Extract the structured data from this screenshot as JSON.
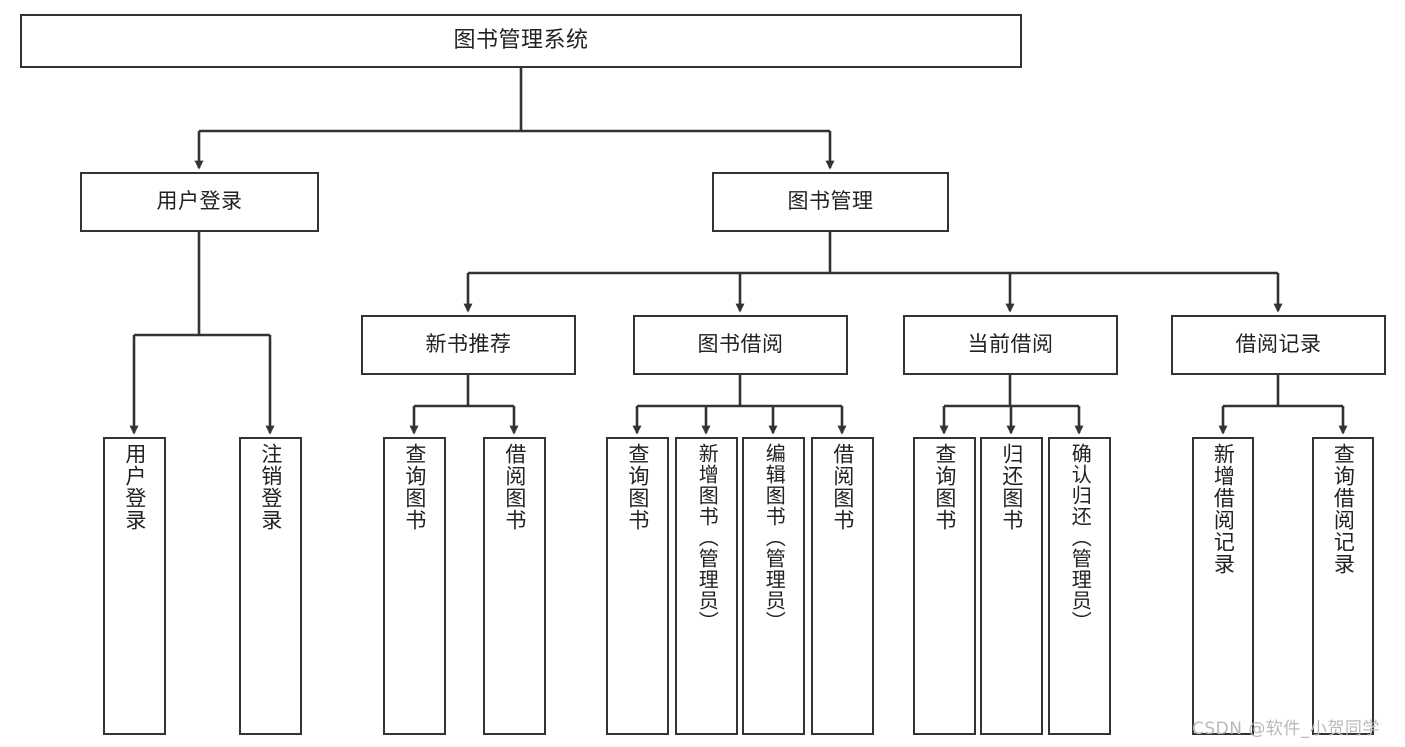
{
  "diagram": {
    "title": "图书管理系统",
    "type": "tree-hierarchy",
    "orientation": "top-down",
    "colors": {
      "background": "#ffffff",
      "node_border": "#333333",
      "node_fill": "#ffffff",
      "edge": "#333333",
      "text": "#222222",
      "watermark": "#b9b9b9"
    }
  },
  "nodes": {
    "root": {
      "label": "图书管理系统"
    },
    "level1": [
      {
        "id": "user-login",
        "label": "用户登录"
      },
      {
        "id": "book-manage",
        "label": "图书管理"
      }
    ],
    "level2": [
      {
        "id": "new-book-recommend",
        "label": "新书推荐"
      },
      {
        "id": "book-borrow",
        "label": "图书借阅"
      },
      {
        "id": "current-borrow",
        "label": "当前借阅"
      },
      {
        "id": "borrow-record",
        "label": "借阅记录"
      }
    ],
    "leaves": {
      "user-login": [
        {
          "id": "leaf-user-login",
          "label": "用户登录"
        },
        {
          "id": "leaf-logout",
          "label": "注销登录"
        }
      ],
      "new-book-recommend": [
        {
          "id": "leaf-query-book-1",
          "label": "查询图书"
        },
        {
          "id": "leaf-borrow-book-1",
          "label": "借阅图书"
        }
      ],
      "book-borrow": [
        {
          "id": "leaf-query-book-2",
          "label": "查询图书"
        },
        {
          "id": "leaf-add-book",
          "label": "新增图书（管理员）"
        },
        {
          "id": "leaf-edit-book",
          "label": "编辑图书（管理员）"
        },
        {
          "id": "leaf-borrow-book-2",
          "label": "借阅图书"
        }
      ],
      "current-borrow": [
        {
          "id": "leaf-query-book-3",
          "label": "查询图书"
        },
        {
          "id": "leaf-return-book",
          "label": "归还图书"
        },
        {
          "id": "leaf-confirm-return",
          "label": "确认归还（管理员）"
        }
      ],
      "borrow-record": [
        {
          "id": "leaf-add-record",
          "label": "新增借阅记录"
        },
        {
          "id": "leaf-query-record",
          "label": "查询借阅记录"
        }
      ]
    }
  },
  "watermark": {
    "text": "CSDN @软件_小贺同学"
  }
}
